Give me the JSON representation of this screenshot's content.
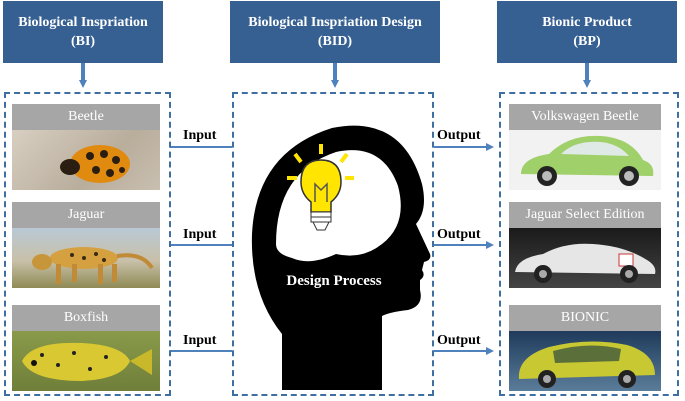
{
  "columns": [
    {
      "title_line1": "Biological Inspriation",
      "title_line2": "(BI)"
    },
    {
      "title_line1": "Biological Inspriation Design",
      "title_line2": "(BID)"
    },
    {
      "title_line1": "Bionic Product",
      "title_line2": "(BP)"
    }
  ],
  "bi_items": [
    "Beetle",
    "Jaguar",
    "Boxfish"
  ],
  "bp_items": [
    "Volkswagen Beetle",
    "Jaguar Select Edition",
    "BIONIC"
  ],
  "input_label": "Input",
  "output_label": "Output",
  "design_process": "Design Process",
  "colors": {
    "header": "#366092",
    "dashed_border": "#3f6fa0",
    "label_gray": "#a6a6a6",
    "arrow": "#4f81bd",
    "bulb": "#ffe500"
  },
  "icons": [
    "lightbulb-icon",
    "head-silhouette-icon",
    "arrow-down-icon",
    "arrow-right-icon"
  ]
}
